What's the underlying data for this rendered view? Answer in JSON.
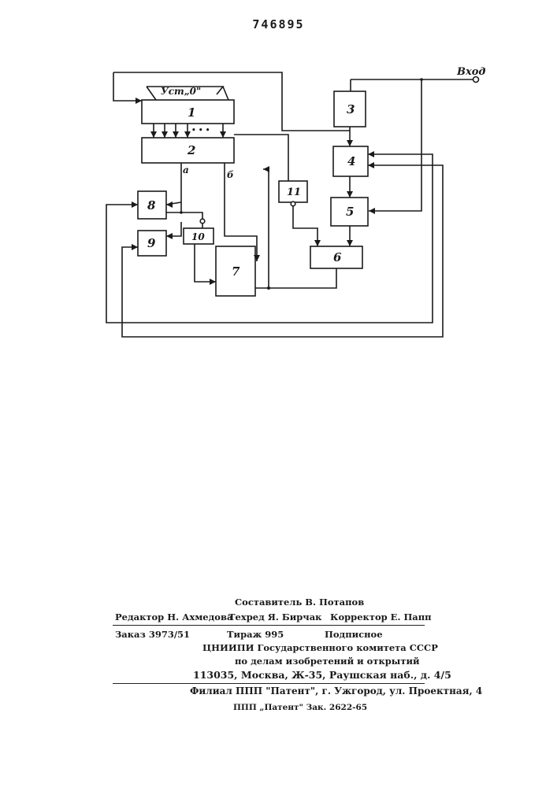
{
  "document": {
    "patent_number": "746895"
  },
  "diagram": {
    "blocks": [
      {
        "id": "block-1",
        "label": "1"
      },
      {
        "id": "block-2",
        "label": "2"
      },
      {
        "id": "block-3",
        "label": "3"
      },
      {
        "id": "block-4",
        "label": "4"
      },
      {
        "id": "block-5",
        "label": "5"
      },
      {
        "id": "block-6",
        "label": "6"
      },
      {
        "id": "block-7",
        "label": "7"
      },
      {
        "id": "block-8",
        "label": "8"
      },
      {
        "id": "block-9",
        "label": "9"
      },
      {
        "id": "block-10",
        "label": "10"
      },
      {
        "id": "block-11",
        "label": "11"
      }
    ],
    "input_label": "Вход",
    "reset_label": "Уст„0\"",
    "output_a_label": "а",
    "output_b_label": "б",
    "ellipsis": "• • •"
  },
  "imprint": {
    "compiler": "Составитель В. Потапов",
    "editor": "Редактор Н. Ахмедова",
    "techred": "Техред Я. Бирчак",
    "corrector": "Корректор Е. Папп",
    "order": "Заказ 3973/51",
    "circulation": "Тираж 995",
    "subscription": "Подписное",
    "institute_line1": "ЦНИИПИ Государственного комитета СССР",
    "institute_line2": "по делам изобретений и открытий",
    "address": "113035, Москва, Ж-35, Раушская наб., д. 4/5",
    "branch": "Филиал ППП \"Патент\", г. Ужгород, ул. Проектная, 4",
    "footer_stamp": "ППП „Патент\" Зак. 2622-65"
  }
}
